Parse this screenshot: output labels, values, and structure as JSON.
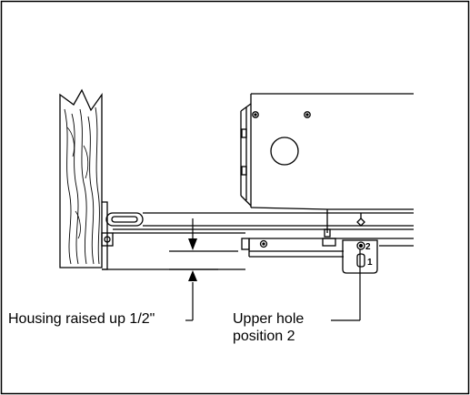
{
  "callouts": {
    "housing_raised": "Housing raised up 1/2\"",
    "upper_hole_line1": "Upper hole",
    "upper_hole_line2": "position 2"
  },
  "bracket_marks": {
    "hole_2": "2",
    "hole_1": "1"
  },
  "colors": {
    "line": "#000000",
    "background": "#ffffff"
  }
}
